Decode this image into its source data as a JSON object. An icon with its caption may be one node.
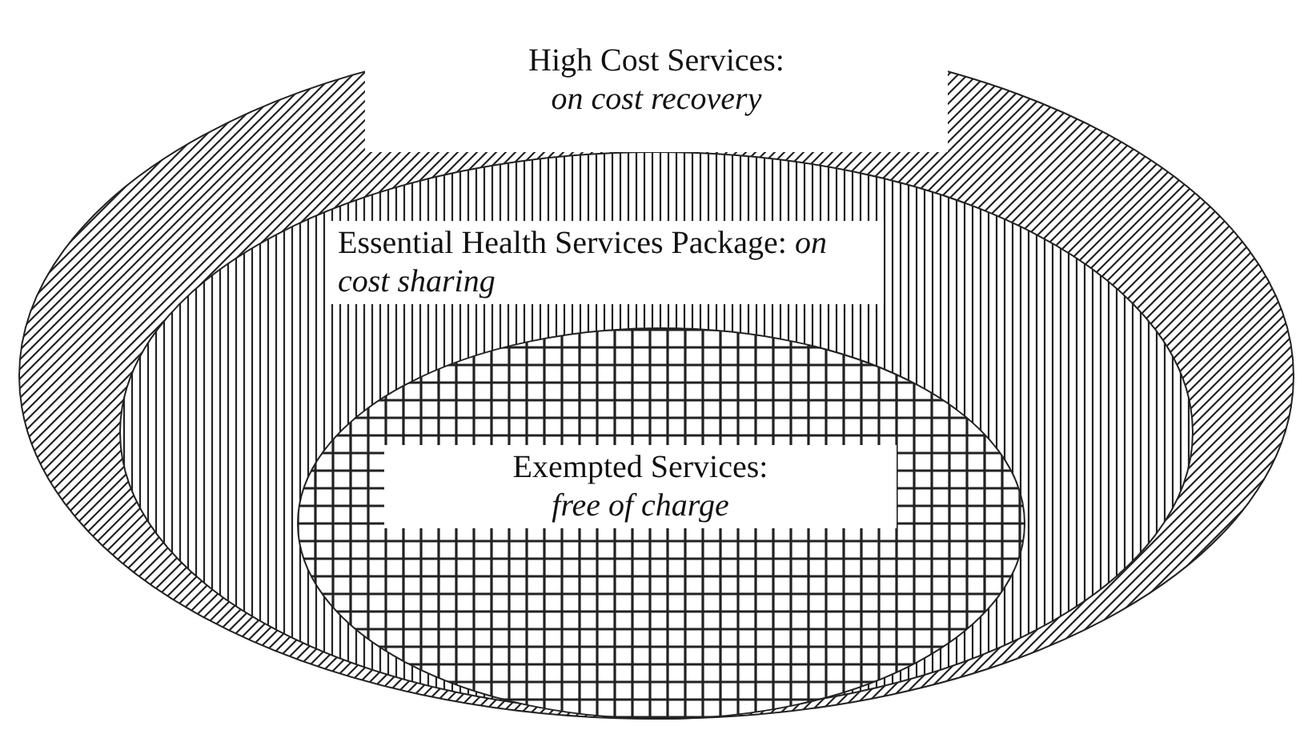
{
  "diagram": {
    "nodes": [
      {
        "text": [
          "High Cost Services:",
          "on cost recovery"
        ]
      },
      {
        "text": [
          "Essential Health Services Package: *on cost sharing*"
        ],
        "in": 0
      },
      {
        "text": [
          "Exempted Services:",
          "free of charge"
        ],
        "in": 1
      }
    ]
  }
}
